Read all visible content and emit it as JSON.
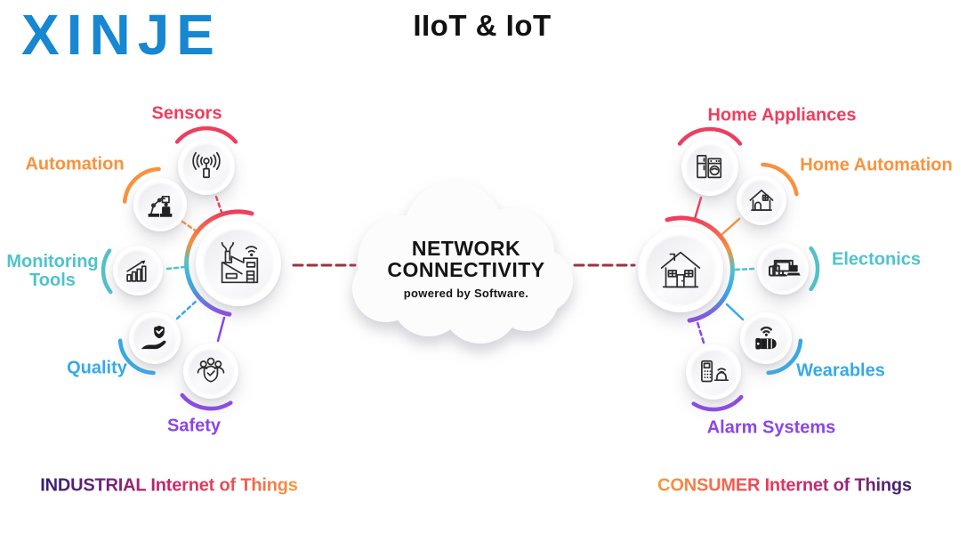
{
  "logo": {
    "text": "XINJE"
  },
  "title": "IIoT & IoT",
  "cloud": {
    "line1": "NETWORK",
    "line2": "CONNECTIVITY",
    "tagline": "powered by Software."
  },
  "colors": {
    "pink": "#ee3e5f",
    "orange": "#f8923d",
    "teal": "#4fc3cb",
    "blue": "#36a9e8",
    "purple": "#8a46e8",
    "link": "#9e2f42",
    "logo_blue": "#1787d2"
  },
  "industrial": {
    "heading": "INDUSTRIAL Internet of Things",
    "hub_icon": "factory-icon",
    "nodes": [
      {
        "label": "Sensors",
        "color": "pink",
        "icon": "antenna-icon"
      },
      {
        "label": "Automation",
        "color": "orange",
        "icon": "robot-arm-icon"
      },
      {
        "label": "Monitoring Tools",
        "color": "teal",
        "icon": "bar-chart-icon"
      },
      {
        "label": "Quality",
        "color": "blue",
        "icon": "hand-shield-icon"
      },
      {
        "label": "Safety",
        "color": "purple",
        "icon": "team-shield-icon"
      }
    ]
  },
  "consumer": {
    "heading": "CONSUMER Internet of Things",
    "hub_icon": "house-icon",
    "nodes": [
      {
        "label": "Home Appliances",
        "color": "pink",
        "icon": "appliances-icon"
      },
      {
        "label": "Home Automation",
        "color": "orange",
        "icon": "smart-home-icon"
      },
      {
        "label": "Electonics",
        "color": "teal",
        "icon": "devices-icon"
      },
      {
        "label": "Wearables",
        "color": "blue",
        "icon": "smartwatch-icon"
      },
      {
        "label": "Alarm Systems",
        "color": "purple",
        "icon": "alarm-icon"
      }
    ]
  }
}
